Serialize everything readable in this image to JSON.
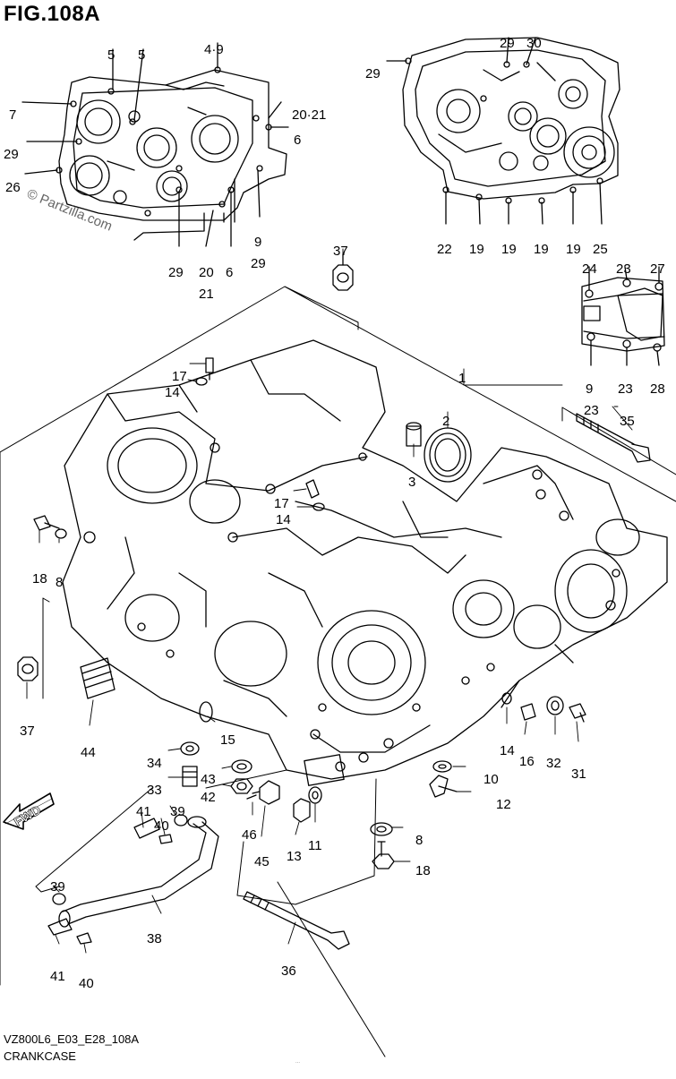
{
  "figure": {
    "title": "FIG.108A",
    "model_code": "VZ800L6_E03_E28_108A",
    "caption": "CRANKCASE",
    "watermark": "© Partzilla.com",
    "footnote": "...",
    "fwd_label": "FWD"
  },
  "callouts": [
    {
      "id": "c1",
      "label": "1"
    },
    {
      "id": "c2",
      "label": "2"
    },
    {
      "id": "c3",
      "label": "3"
    },
    {
      "id": "c5a",
      "label": "5"
    },
    {
      "id": "c5b",
      "label": "5"
    },
    {
      "id": "c49",
      "label": "4·9"
    },
    {
      "id": "c7",
      "label": "7"
    },
    {
      "id": "c2021a",
      "label": "20·21"
    },
    {
      "id": "c6a",
      "label": "6"
    },
    {
      "id": "c29a",
      "label": "29"
    },
    {
      "id": "c26",
      "label": "26"
    },
    {
      "id": "c29b",
      "label": "29"
    },
    {
      "id": "c20",
      "label": "20"
    },
    {
      "id": "c21",
      "label": "21"
    },
    {
      "id": "c6b",
      "label": "6"
    },
    {
      "id": "c9a",
      "label": "9"
    },
    {
      "id": "c29c",
      "label": "29"
    },
    {
      "id": "c29d",
      "label": "29"
    },
    {
      "id": "c29e",
      "label": "29"
    },
    {
      "id": "c30",
      "label": "30"
    },
    {
      "id": "c22",
      "label": "22"
    },
    {
      "id": "c19a",
      "label": "19"
    },
    {
      "id": "c19b",
      "label": "19"
    },
    {
      "id": "c19c",
      "label": "19"
    },
    {
      "id": "c19d",
      "label": "19"
    },
    {
      "id": "c25",
      "label": "25"
    },
    {
      "id": "c37a",
      "label": "37"
    },
    {
      "id": "c24",
      "label": "24"
    },
    {
      "id": "c23a",
      "label": "23"
    },
    {
      "id": "c27",
      "label": "27"
    },
    {
      "id": "c9b",
      "label": "9"
    },
    {
      "id": "c23b",
      "label": "23"
    },
    {
      "id": "c23c",
      "label": "23"
    },
    {
      "id": "c28",
      "label": "28"
    },
    {
      "id": "c35",
      "label": "35"
    },
    {
      "id": "c17a",
      "label": "17"
    },
    {
      "id": "c14a",
      "label": "14"
    },
    {
      "id": "c17b",
      "label": "17"
    },
    {
      "id": "c14b",
      "label": "14"
    },
    {
      "id": "c18a",
      "label": "18"
    },
    {
      "id": "c8a",
      "label": "8"
    },
    {
      "id": "c37b",
      "label": "37"
    },
    {
      "id": "c44",
      "label": "44"
    },
    {
      "id": "c15",
      "label": "15"
    },
    {
      "id": "c34",
      "label": "34"
    },
    {
      "id": "c33",
      "label": "33"
    },
    {
      "id": "c43",
      "label": "43"
    },
    {
      "id": "c42",
      "label": "42"
    },
    {
      "id": "c41a",
      "label": "41"
    },
    {
      "id": "c39a",
      "label": "39"
    },
    {
      "id": "c40a",
      "label": "40"
    },
    {
      "id": "c46",
      "label": "46"
    },
    {
      "id": "c45",
      "label": "45"
    },
    {
      "id": "c13",
      "label": "13"
    },
    {
      "id": "c11",
      "label": "11"
    },
    {
      "id": "c14c",
      "label": "14"
    },
    {
      "id": "c16",
      "label": "16"
    },
    {
      "id": "c32",
      "label": "32"
    },
    {
      "id": "c31",
      "label": "31"
    },
    {
      "id": "c10",
      "label": "10"
    },
    {
      "id": "c12",
      "label": "12"
    },
    {
      "id": "c8b",
      "label": "8"
    },
    {
      "id": "c18b",
      "label": "18"
    },
    {
      "id": "c39b",
      "label": "39"
    },
    {
      "id": "c38",
      "label": "38"
    },
    {
      "id": "c36",
      "label": "36"
    },
    {
      "id": "c41b",
      "label": "41"
    },
    {
      "id": "c40b",
      "label": "40"
    }
  ]
}
